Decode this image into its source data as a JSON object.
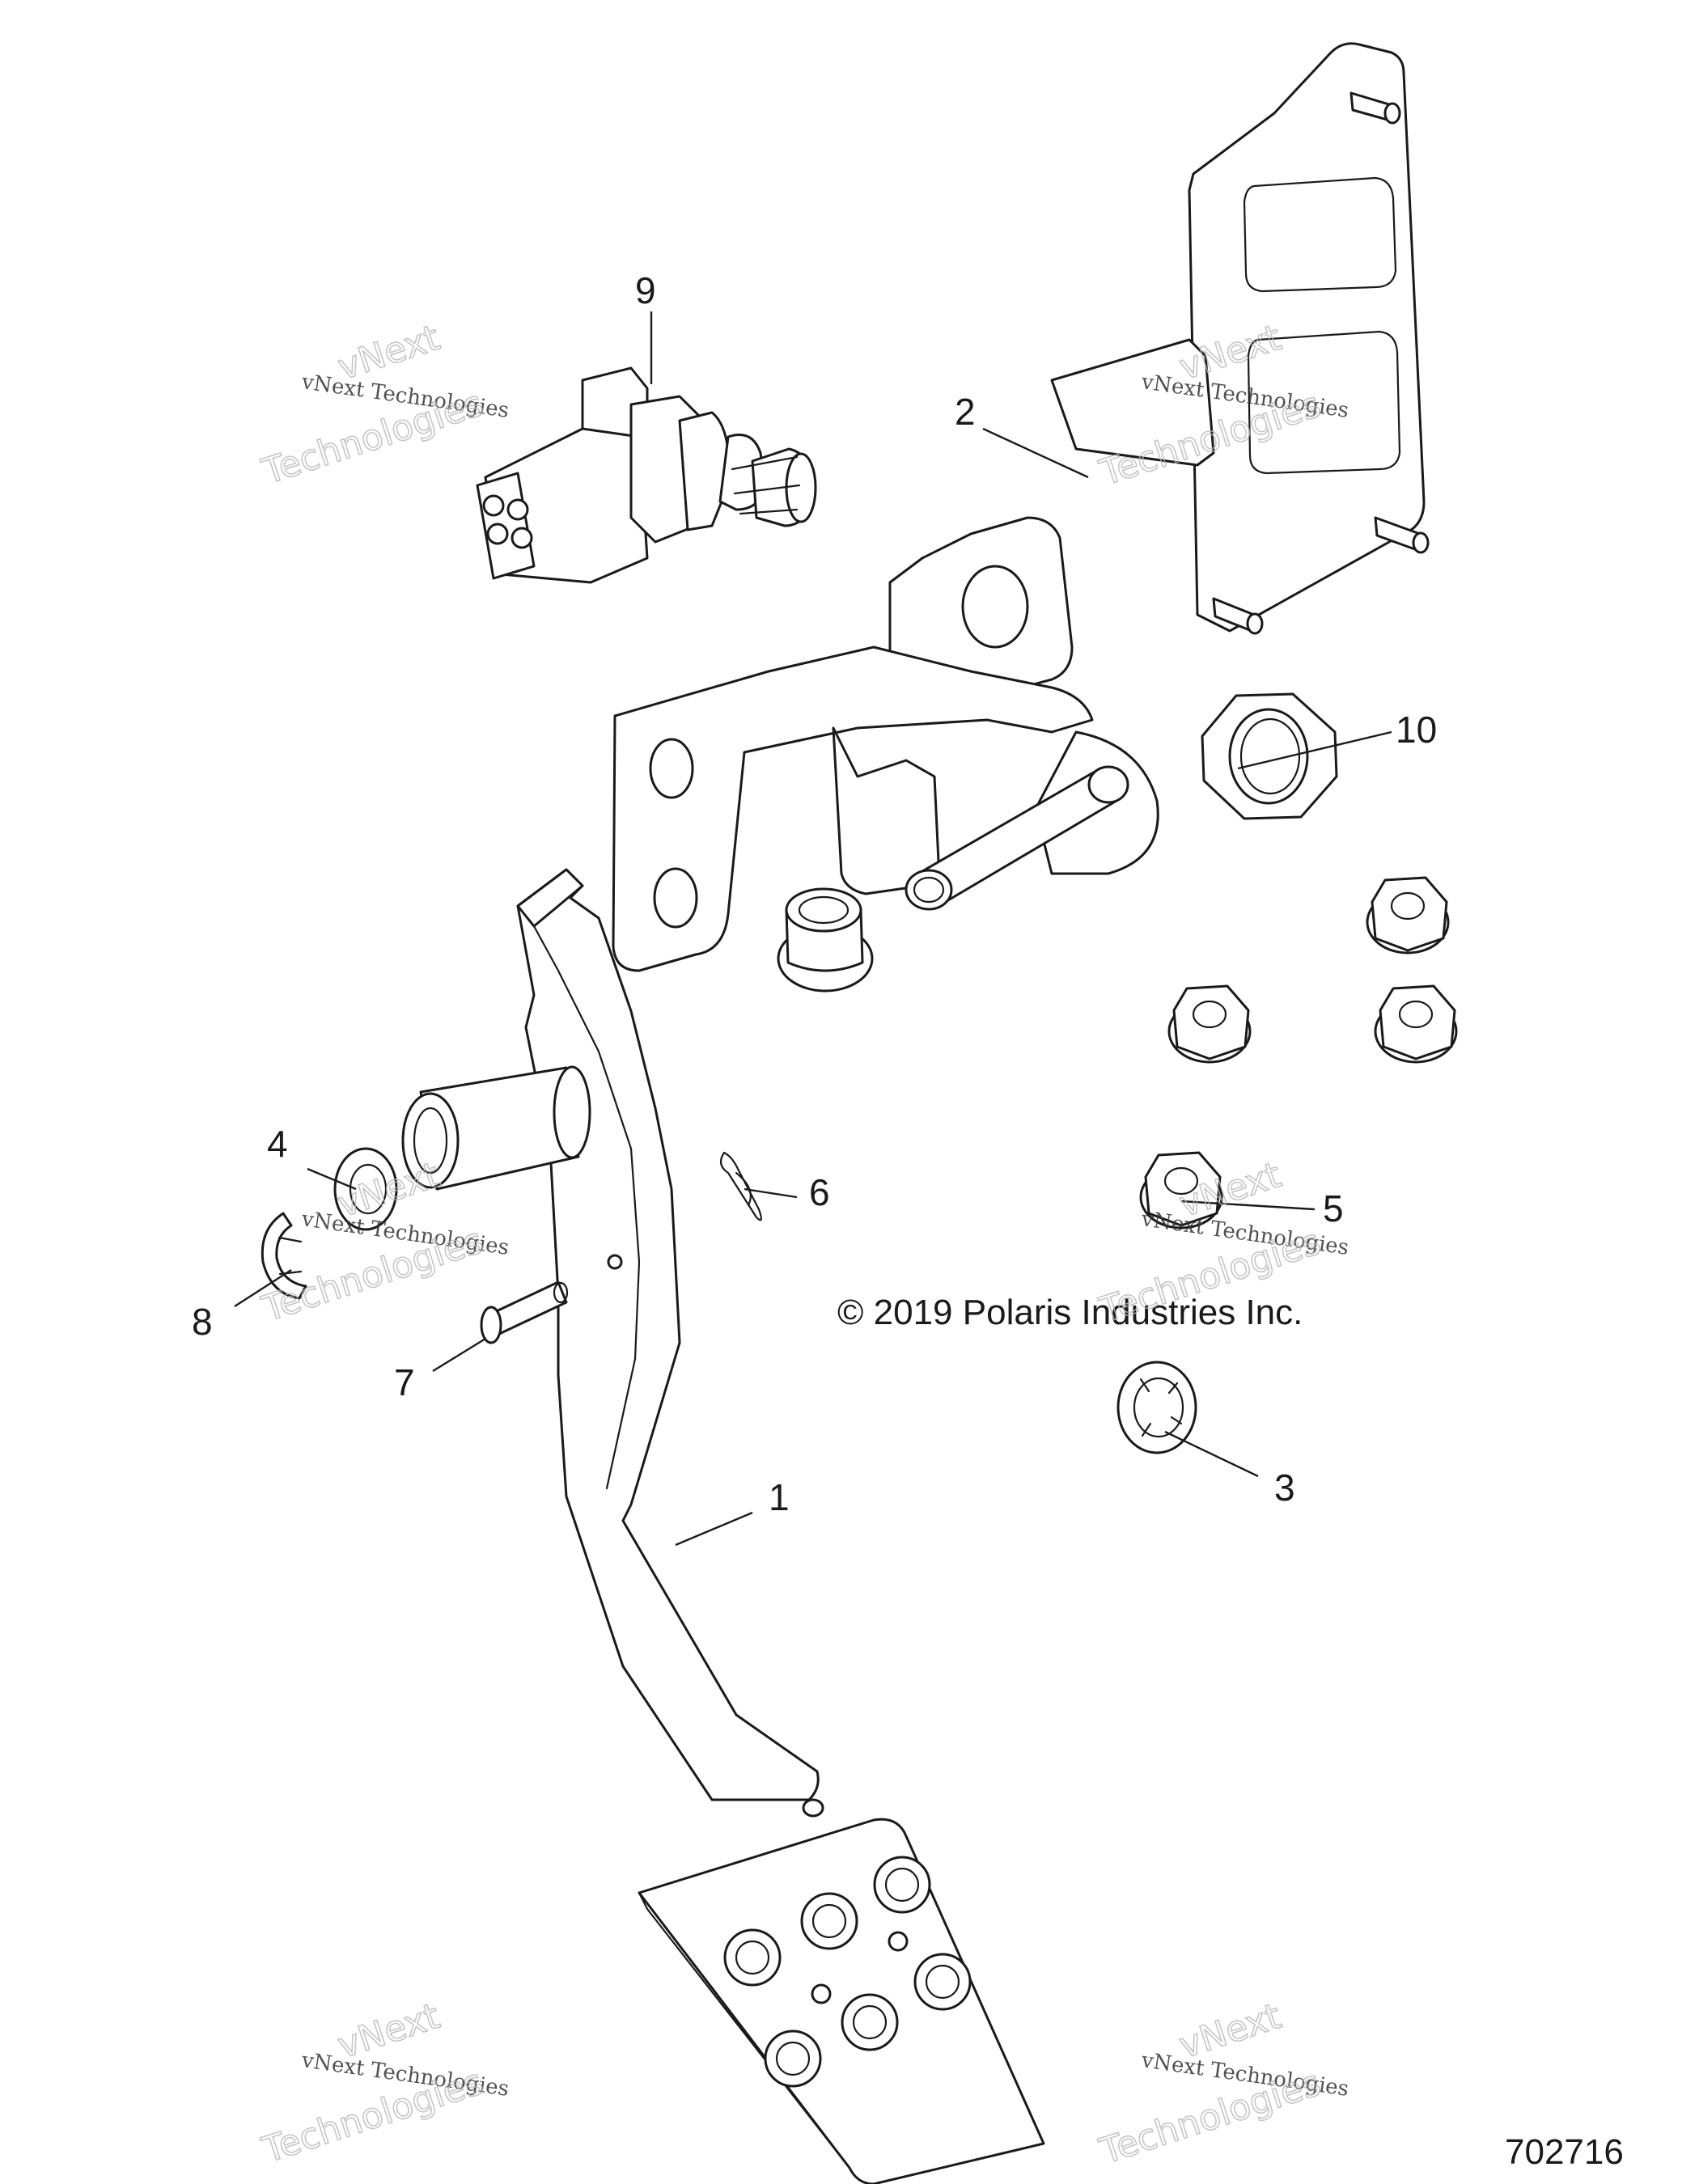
{
  "callouts": {
    "c1": "1",
    "c2": "2",
    "c3": "3",
    "c4": "4",
    "c5": "5",
    "c6": "6",
    "c7": "7",
    "c8": "8",
    "c9": "9",
    "c10": "10"
  },
  "copyright": "© 2019 Polaris Industries Inc.",
  "drawing_number": "702716",
  "watermark": {
    "line": "vNext Technologies",
    "word_top": "vNext",
    "word_bottom": "Technologies"
  }
}
